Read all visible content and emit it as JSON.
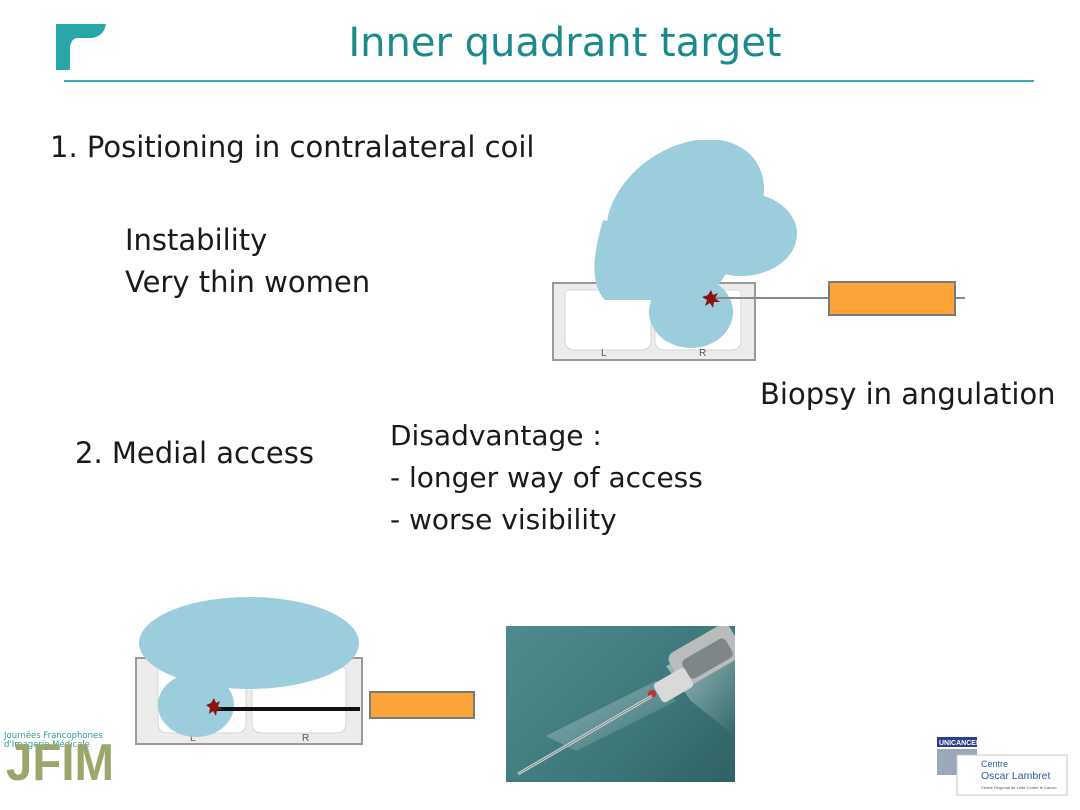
{
  "slide": {
    "title": "Inner quadrant  target",
    "point1": "1. Positioning in contralateral coil",
    "point1_notes": [
      "Instability",
      "Very thin women"
    ],
    "caption_angulation": "Biopsy in angulation",
    "point2": "2. Medial access",
    "disadvantage_heading": "Disadvantage :",
    "disadvantages": [
      "-  longer way of access",
      "-  worse visibility"
    ]
  },
  "diagram": {
    "coil_left_label": "L",
    "coil_right_label": "R",
    "colors": {
      "breast": "#9ccddd",
      "coil": "#ececec",
      "needle_holder": "#fca33a",
      "lesion": "#8c1212"
    }
  },
  "logos": {
    "jfim_mark": "JFIM",
    "jfim_line1": "Journées Francophones",
    "jfim_line2": "d'Imagerie Médicale",
    "unicancer": "UNICANCER",
    "centre_line1": "Centre",
    "centre_line2": "Oscar Lambret",
    "centre_sub": "Centre Régional de Lutte Contre le Cancer"
  },
  "colors": {
    "accent": "#1b8a8c",
    "rule": "#38aeb0"
  }
}
